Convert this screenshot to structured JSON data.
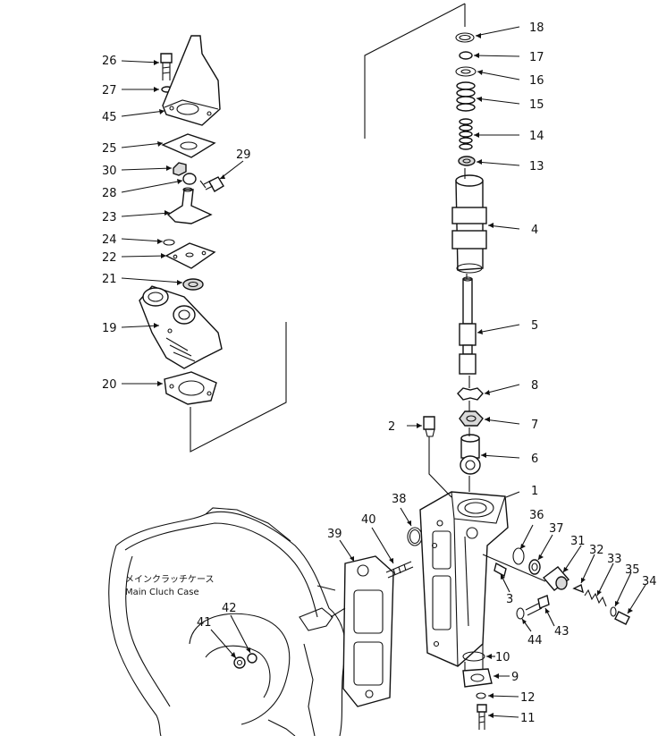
{
  "case_label": {
    "jp": "メインクラッチケース",
    "en": "Main Cluch Case"
  },
  "parts": [
    {
      "ref": "1",
      "text": "1"
    },
    {
      "ref": "2",
      "text": "2"
    },
    {
      "ref": "3",
      "text": "3"
    },
    {
      "ref": "4",
      "text": "4"
    },
    {
      "ref": "5",
      "text": "5"
    },
    {
      "ref": "6",
      "text": "6"
    },
    {
      "ref": "7",
      "text": "7"
    },
    {
      "ref": "8",
      "text": "8"
    },
    {
      "ref": "9",
      "text": "9"
    },
    {
      "ref": "10",
      "text": "10"
    },
    {
      "ref": "11",
      "text": "11"
    },
    {
      "ref": "12",
      "text": "12"
    },
    {
      "ref": "13",
      "text": "13"
    },
    {
      "ref": "14",
      "text": "14"
    },
    {
      "ref": "15",
      "text": "15"
    },
    {
      "ref": "16",
      "text": "16"
    },
    {
      "ref": "17",
      "text": "17"
    },
    {
      "ref": "18",
      "text": "18"
    },
    {
      "ref": "19",
      "text": "19"
    },
    {
      "ref": "20",
      "text": "20"
    },
    {
      "ref": "21",
      "text": "21"
    },
    {
      "ref": "22",
      "text": "22"
    },
    {
      "ref": "23",
      "text": "23"
    },
    {
      "ref": "24",
      "text": "24"
    },
    {
      "ref": "25",
      "text": "25"
    },
    {
      "ref": "26",
      "text": "26"
    },
    {
      "ref": "27",
      "text": "27"
    },
    {
      "ref": "28",
      "text": "28"
    },
    {
      "ref": "29",
      "text": "29"
    },
    {
      "ref": "30",
      "text": "30"
    },
    {
      "ref": "31",
      "text": "31"
    },
    {
      "ref": "32",
      "text": "32"
    },
    {
      "ref": "33",
      "text": "33"
    },
    {
      "ref": "34",
      "text": "34"
    },
    {
      "ref": "35",
      "text": "35"
    },
    {
      "ref": "36",
      "text": "36"
    },
    {
      "ref": "37",
      "text": "37"
    },
    {
      "ref": "38",
      "text": "38"
    },
    {
      "ref": "39",
      "text": "39"
    },
    {
      "ref": "40",
      "text": "40"
    },
    {
      "ref": "41",
      "text": "41"
    },
    {
      "ref": "42",
      "text": "42"
    },
    {
      "ref": "43",
      "text": "43"
    },
    {
      "ref": "44",
      "text": "44"
    },
    {
      "ref": "45",
      "text": "45"
    }
  ]
}
